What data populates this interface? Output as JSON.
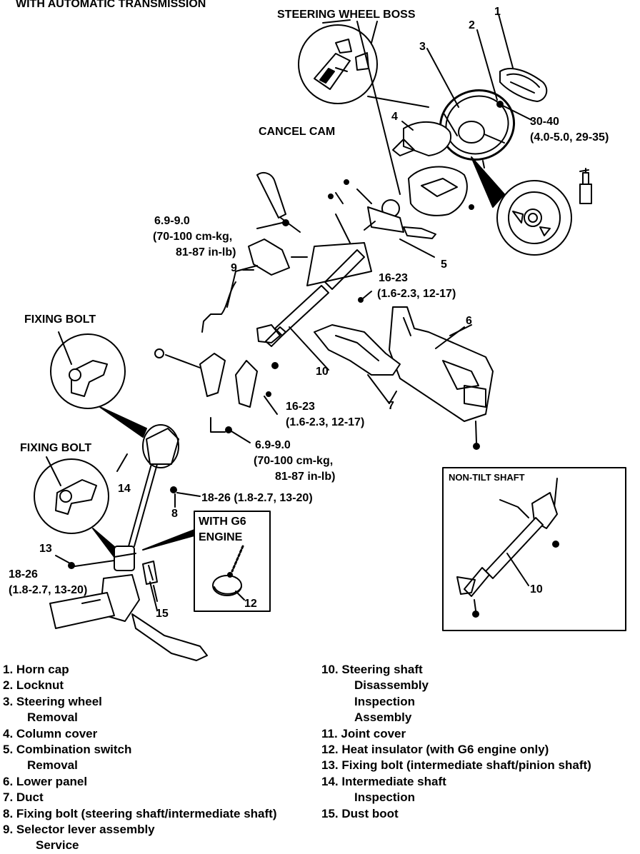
{
  "header": "WITH AUTOMATIC TRANSMISSION",
  "callouts": {
    "steering_wheel_boss": "STEERING WHEEL BOSS",
    "cancel_cam": "CANCEL CAM",
    "fixing_bolt_1": "FIXING BOLT",
    "fixing_bolt_2": "FIXING BOLT",
    "with_g6_line1": "WITH G6",
    "with_g6_line2": "ENGINE",
    "non_tilt_shaft": "NON-TILT SHAFT"
  },
  "part_numbers": {
    "n1": "1",
    "n2": "2",
    "n3": "3",
    "n4": "4",
    "n5": "5",
    "n6": "6",
    "n7": "7",
    "n8": "8",
    "n9": "9",
    "n10": "10",
    "n10b": "10",
    "n12": "12",
    "n13": "13",
    "n14": "14",
    "n15": "15"
  },
  "torques": {
    "t_wheel_1": "30-40",
    "t_wheel_2": "(4.0-5.0, 29-35)",
    "t_selector_1": "6.9-9.0",
    "t_selector_2": "(70-100 cm-kg,",
    "t_selector_3": "81-87 in-lb)",
    "t_col_upper_1": "16-23",
    "t_col_upper_2": "(1.6-2.3, 12-17)",
    "t_col_lower_1": "16-23",
    "t_col_lower_2": "(1.6-2.3, 12-17)",
    "t_mid_1": "6.9-9.0",
    "t_mid_2": "(70-100 cm-kg,",
    "t_mid_3": "81-87 in-lb)",
    "t_bolt8": "18-26 (1.8-2.7, 13-20)",
    "t_bolt13_1": "18-26",
    "t_bolt13_2": "(1.8-2.7, 13-20)"
  },
  "legend_left": [
    {
      "text": "1. Horn cap",
      "indent": 0
    },
    {
      "text": "2. Locknut",
      "indent": 0
    },
    {
      "text": "3. Steering wheel",
      "indent": 0
    },
    {
      "text": "Removal",
      "indent": 1
    },
    {
      "text": "4. Column cover",
      "indent": 0
    },
    {
      "text": "5. Combination switch",
      "indent": 0
    },
    {
      "text": "Removal",
      "indent": 1
    },
    {
      "text": "6. Lower panel",
      "indent": 0
    },
    {
      "text": "7. Duct",
      "indent": 0
    },
    {
      "text": "8. Fixing bolt (steering shaft/intermediate shaft)",
      "indent": 0
    },
    {
      "text": "9. Selector lever assembly",
      "indent": 0
    },
    {
      "text": "Service",
      "indent": 2
    }
  ],
  "legend_right": [
    {
      "text": "10. Steering shaft",
      "indent": 0
    },
    {
      "text": "Disassembly",
      "indent": 2
    },
    {
      "text": "Inspection",
      "indent": 2
    },
    {
      "text": "Assembly",
      "indent": 2
    },
    {
      "text": "11. Joint cover",
      "indent": 0
    },
    {
      "text": "12. Heat insulator (with G6 engine only)",
      "indent": 0
    },
    {
      "text": "13. Fixing bolt (intermediate shaft/pinion shaft)",
      "indent": 0
    },
    {
      "text": "14. Intermediate shaft",
      "indent": 0
    },
    {
      "text": "Inspection",
      "indent": 2
    },
    {
      "text": "15. Dust boot",
      "indent": 0
    }
  ]
}
